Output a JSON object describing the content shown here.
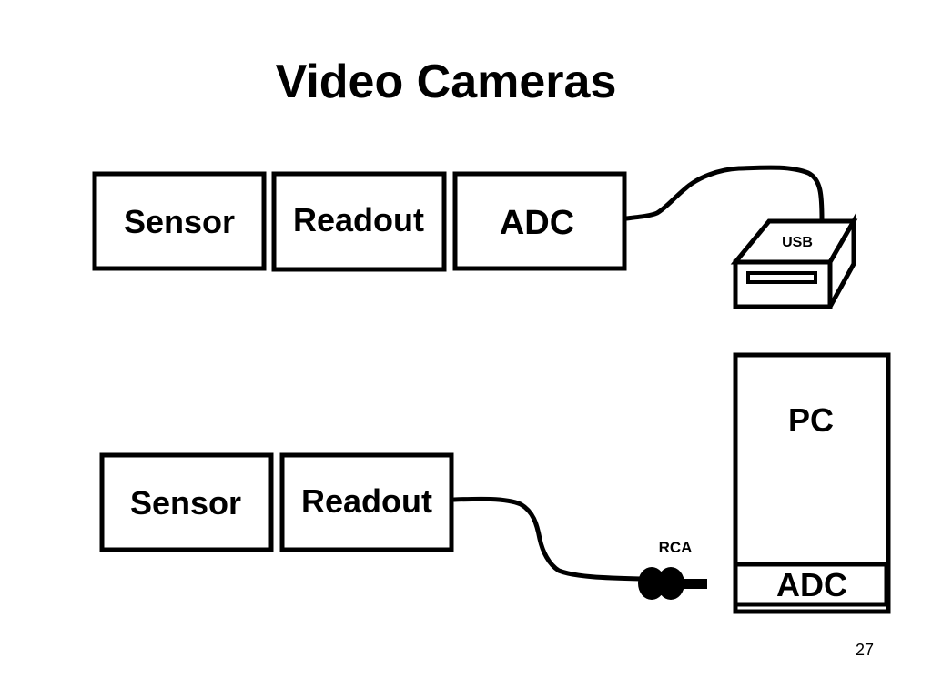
{
  "slide": {
    "title": "Video Cameras",
    "page_number": "27"
  },
  "top_chain": {
    "sensor_label": "Sensor",
    "readout_label": "Readout",
    "adc_label": "ADC"
  },
  "usb": {
    "label": "USB"
  },
  "bottom_chain": {
    "sensor_label": "Sensor",
    "readout_label": "Readout"
  },
  "rca": {
    "label": "RCA"
  },
  "pc": {
    "label": "PC",
    "adc_label": "ADC"
  }
}
